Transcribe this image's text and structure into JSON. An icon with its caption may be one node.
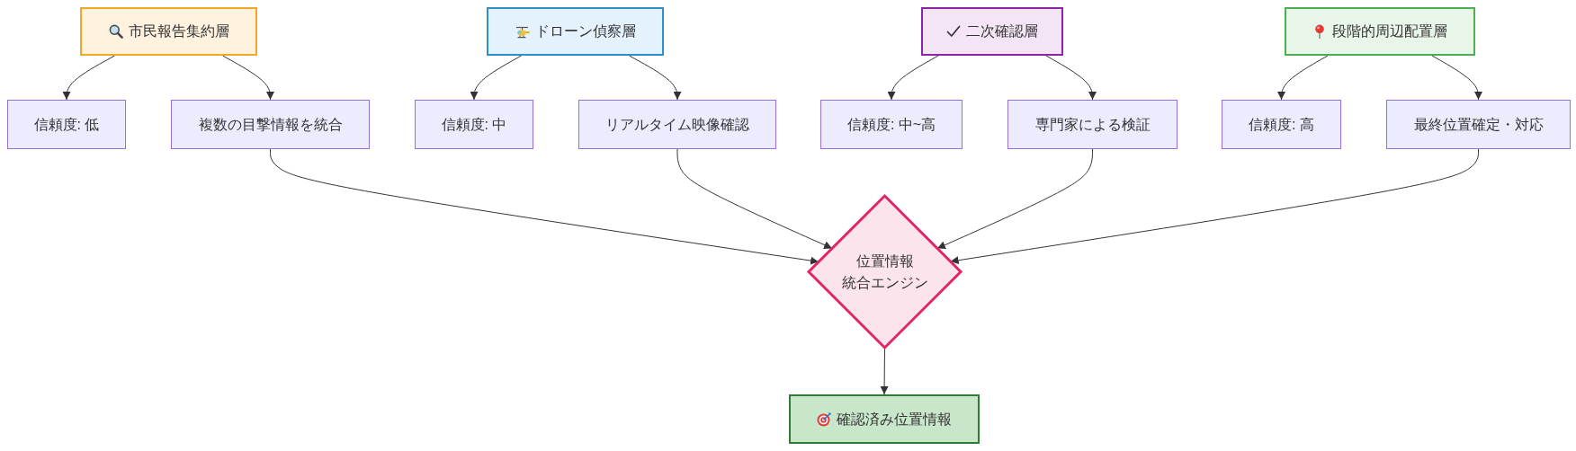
{
  "diagram": {
    "nodes": [
      {
        "text": [
          "市民報告集約層"
        ]
      },
      {
        "text": [
          "ドローン偵察層"
        ]
      },
      {
        "text": [
          "二次確認層"
        ]
      },
      {
        "text": [
          "段階的周辺配置層"
        ]
      },
      {
        "text": [
          "信頼度: 低"
        ]
      },
      {
        "text": [
          "複数の目撃情報を統合"
        ]
      },
      {
        "text": [
          "信頼度: 中"
        ]
      },
      {
        "text": [
          "リアルタイム映像確認"
        ]
      },
      {
        "text": [
          "信頼度: 中~高"
        ]
      },
      {
        "text": [
          "専門家による検証"
        ]
      },
      {
        "text": [
          "信頼度: 高"
        ]
      },
      {
        "text": [
          "最終位置確定・対応"
        ]
      },
      {
        "text": [
          "位置情報統合エンジン"
        ]
      },
      {
        "text": [
          "確認済み位置情報"
        ]
      }
    ],
    "edges": [
      {
        "from": 0,
        "to": 4,
        "arrow": "to"
      },
      {
        "from": 0,
        "to": 5,
        "arrow": "to"
      },
      {
        "from": 1,
        "to": 6,
        "arrow": "to"
      },
      {
        "from": 1,
        "to": 7,
        "arrow": "to"
      },
      {
        "from": 2,
        "to": 8,
        "arrow": "to"
      },
      {
        "from": 2,
        "to": 9,
        "arrow": "to"
      },
      {
        "from": 3,
        "to": 10,
        "arrow": "to"
      },
      {
        "from": 3,
        "to": 11,
        "arrow": "to"
      },
      {
        "from": 5,
        "to": 12,
        "arrow": "to"
      },
      {
        "from": 7,
        "to": 12,
        "arrow": "to"
      },
      {
        "from": 9,
        "to": 12,
        "arrow": "to"
      },
      {
        "from": 11,
        "to": 12,
        "arrow": "to"
      },
      {
        "from": 12,
        "to": 13,
        "arrow": "to"
      }
    ]
  }
}
